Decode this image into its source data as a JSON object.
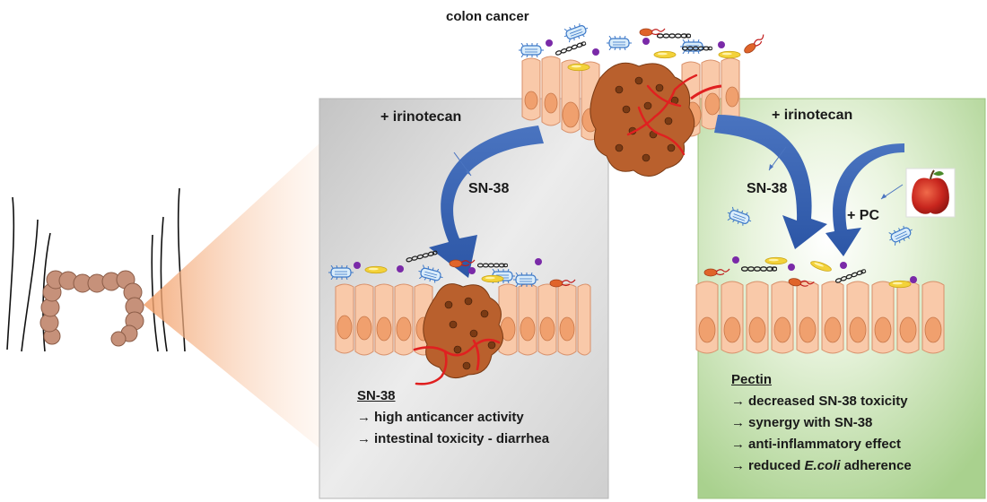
{
  "title": "colon cancer",
  "left_panel": {
    "treatment": "+ irinotecan",
    "metabolite": "SN-38",
    "effects_heading": "SN-38",
    "effects": [
      "high anticancer activity",
      "intestinal toxicity - diarrhea"
    ]
  },
  "right_panel": {
    "treatment": "+ irinotecan",
    "metabolite": "SN-38",
    "addition": "+ PC",
    "effects_heading": "Pectin",
    "effects": [
      {
        "text": "decreased SN-38 toxicity"
      },
      {
        "text": "synergy with SN-38"
      },
      {
        "text": "anti-inflammatory effect"
      },
      {
        "prefix": "reduced ",
        "italic": "E.coli",
        "suffix": " adherence"
      }
    ]
  },
  "arrow_glyph": "→",
  "icons": [
    "colon-icon",
    "apple-icon",
    "bacteria-icon",
    "tumor-icon",
    "epithelial-cell-icon"
  ],
  "colors": {
    "left_panel_bg": "#d3d3d3",
    "right_panel_bg": "#c8e3b4",
    "arrow_blue": "#3a66b4",
    "cell_fill": "#f9c9a9",
    "tumor_fill": "#b9602d",
    "vessel_red": "#e02020",
    "bacteria_purple": "#7a2aa8",
    "bacteria_yellow": "#f3d23a",
    "colon_fill": "#c6917a"
  }
}
